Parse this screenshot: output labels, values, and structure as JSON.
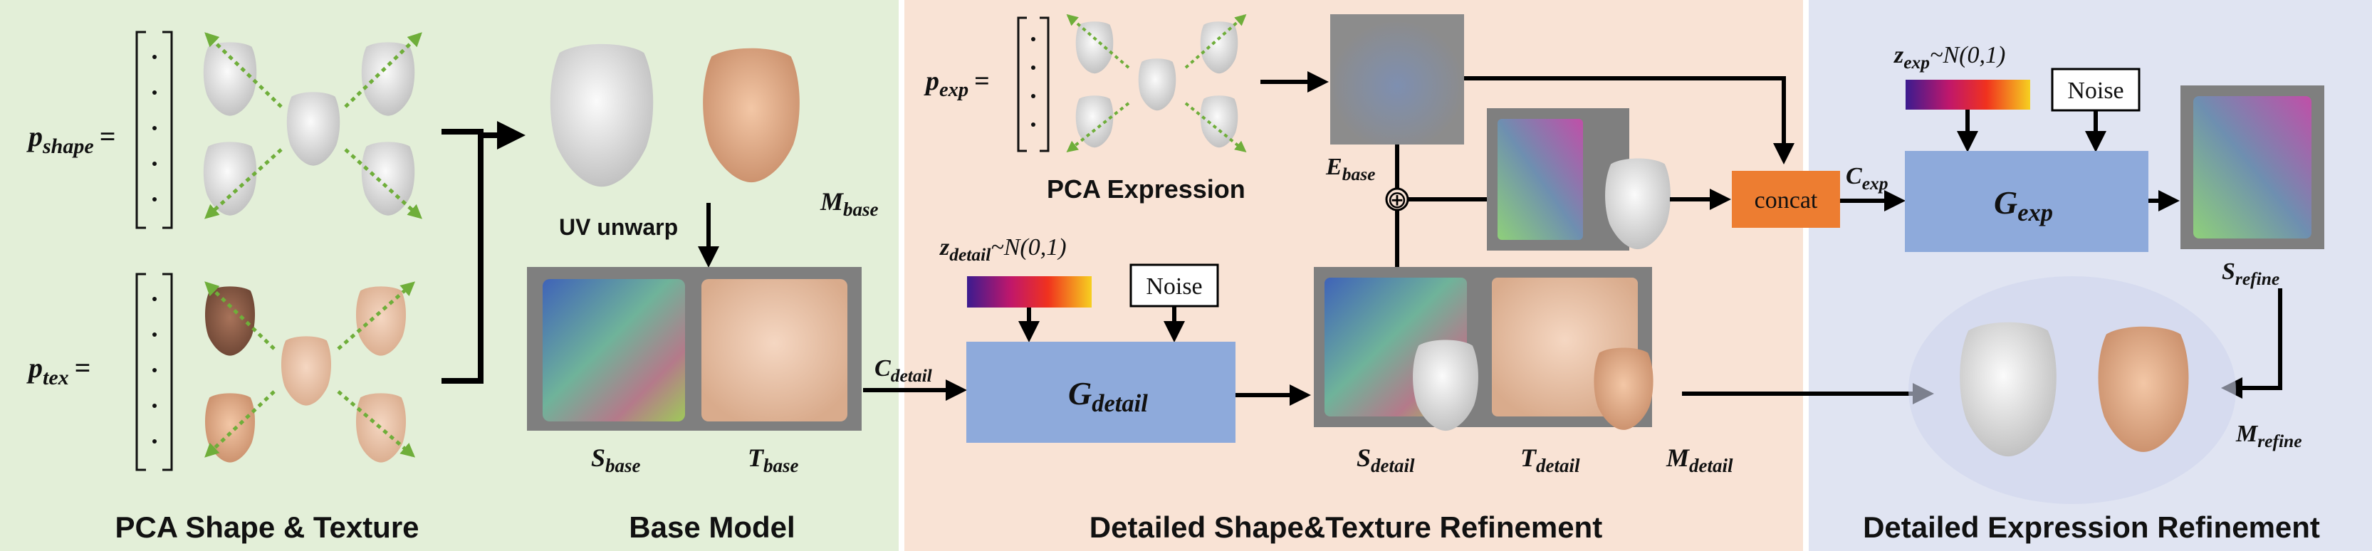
{
  "sections": {
    "pca_shape_texture": "PCA Shape & Texture",
    "base_model": "Base Model",
    "detailed_shape_texture": "Detailed Shape&Texture Refinement",
    "detailed_expression": "Detailed Expression Refinement"
  },
  "labels": {
    "p_shape": {
      "main": "p",
      "sub": "shape"
    },
    "p_tex": {
      "main": "p",
      "sub": "tex"
    },
    "p_exp": {
      "main": "p",
      "sub": "exp"
    },
    "m_base": {
      "main": "M",
      "sub": "base"
    },
    "s_base": {
      "main": "S",
      "sub": "base"
    },
    "t_base": {
      "main": "T",
      "sub": "base"
    },
    "c_detail": {
      "main": "C",
      "sub": "detail"
    },
    "g_detail": {
      "main": "G",
      "sub": "detail"
    },
    "e_base": {
      "main": "E",
      "sub": "base"
    },
    "s_detail": {
      "main": "S",
      "sub": "detail"
    },
    "t_detail": {
      "main": "T",
      "sub": "detail"
    },
    "m_detail": {
      "main": "M",
      "sub": "detail"
    },
    "c_exp": {
      "main": "C",
      "sub": "exp"
    },
    "g_exp": {
      "main": "G",
      "sub": "exp"
    },
    "s_refine": {
      "main": "S",
      "sub": "refine"
    },
    "m_refine": {
      "main": "M",
      "sub": "refine"
    },
    "z_detail": {
      "main": "z",
      "sub": "detail",
      "tail": "~N(0,1)"
    },
    "z_exp": {
      "main": "z",
      "sub": "exp",
      "tail": "~N(0,1)"
    }
  },
  "equals": "=",
  "uv_unwarp": "UV unwarp",
  "pca_expression": "PCA Expression",
  "noise": "Noise",
  "concat": "concat",
  "oplus": "⊕",
  "colors": {
    "panel_green": "#e3efd8",
    "panel_peach": "#f9e3d5",
    "panel_blue": "#e0e4f2",
    "generator_blue": "#8eaadb",
    "concat_orange": "#ed7d31",
    "dashed_green": "#6fae3a"
  }
}
